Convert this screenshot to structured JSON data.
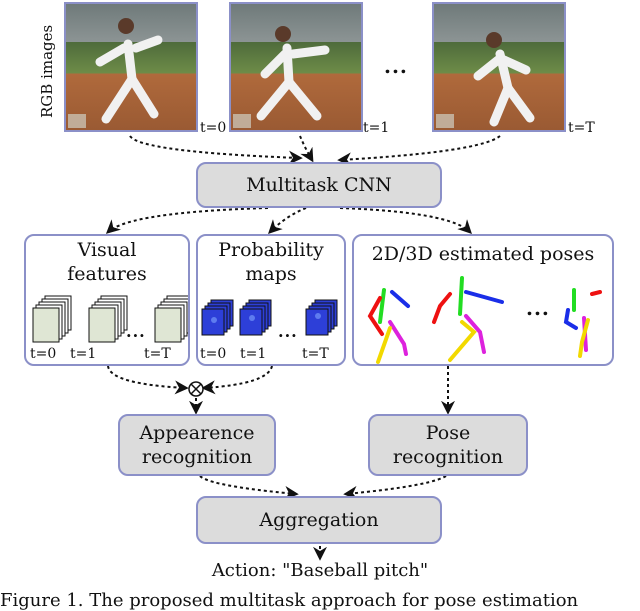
{
  "rgb": {
    "side_label": "RGB images",
    "frames": [
      "t=0",
      "t=1",
      "t=T"
    ],
    "ellipsis": "..."
  },
  "multitask": {
    "label": "Multitask CNN"
  },
  "visual": {
    "title_line1": "Visual",
    "title_line2": "features",
    "frames": [
      "t=0",
      "t=1",
      "t=T"
    ],
    "ellipsis": "..."
  },
  "prob": {
    "title_line1": "Probability",
    "title_line2": "maps",
    "frames": [
      "t=0",
      "t=1",
      "t=T"
    ],
    "ellipsis": "..."
  },
  "poses": {
    "title": "2D/3D estimated poses",
    "ellipsis": "..."
  },
  "appearance": {
    "line1": "Appearence",
    "line2": "recognition"
  },
  "pose_rec": {
    "line1": "Pose",
    "line2": "recognition"
  },
  "aggregation": {
    "label": "Aggregation"
  },
  "action": {
    "label": "Action: \"Baseball pitch\""
  },
  "caption": {
    "text": "Figure 1. The proposed multitask approach for pose estimation"
  },
  "colors": {
    "box_border": "#8b90c8",
    "box_fill": "#dcdcdc",
    "feature_map": "#2d3fd8",
    "limb_green": "#22dd22",
    "limb_red": "#ee1111",
    "limb_blue": "#1a2ee8",
    "limb_yellow": "#f2d900",
    "limb_magenta": "#dd22dd"
  }
}
